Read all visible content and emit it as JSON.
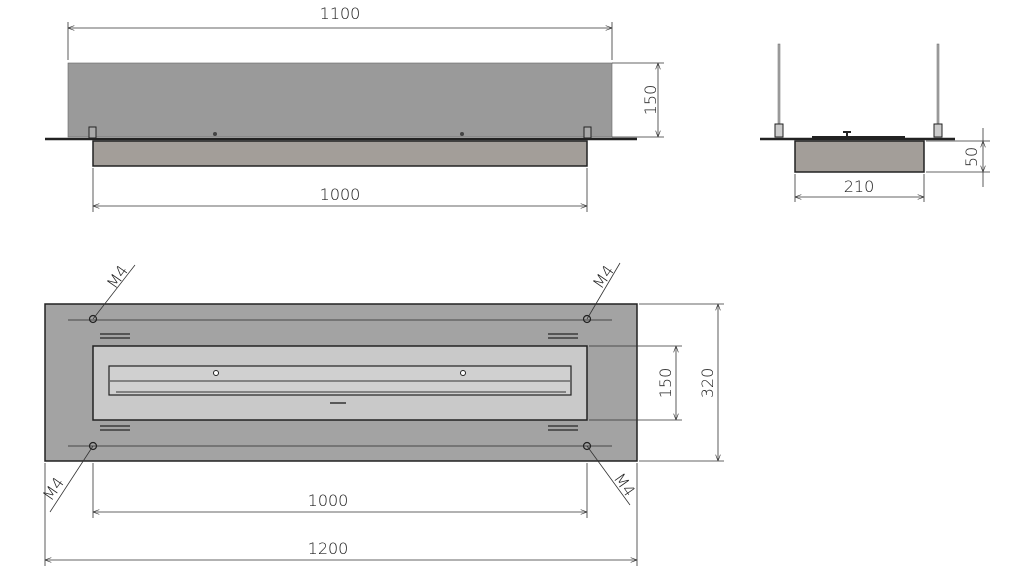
{
  "front_view": {
    "width_label": "1100",
    "height_label": "150",
    "burner_width_label": "1000"
  },
  "side_view": {
    "width_label": "210",
    "height_label": "50"
  },
  "top_view": {
    "opening_height_label": "150",
    "total_height_label": "320",
    "opening_width_label": "1000",
    "total_width_label": "1200",
    "screw_label_tl": "M4",
    "screw_label_tr": "M4",
    "screw_label_bl": "M4",
    "screw_label_br": "M4"
  },
  "colors": {
    "glass": "#9a9a9a",
    "body": "#a39e99",
    "plate": "#a3a3a3",
    "inner": "#c9c9c9"
  }
}
